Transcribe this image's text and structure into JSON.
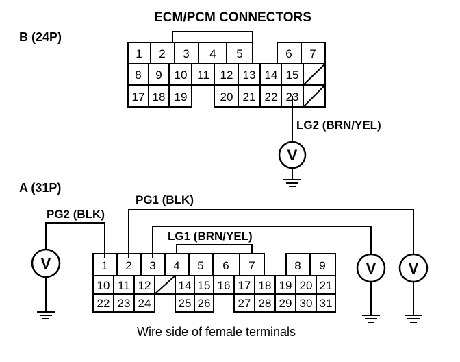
{
  "title": "ECM/PCM CONNECTORS",
  "connector_b": {
    "label": "B (24P)",
    "terminals": [
      "1",
      "2",
      "3",
      "4",
      "5",
      "6",
      "7",
      "8",
      "9",
      "10",
      "11",
      "12",
      "13",
      "14",
      "15",
      "17",
      "18",
      "19",
      "20",
      "21",
      "22",
      "23"
    ],
    "wire_label": "LG2 (BRN/YEL)"
  },
  "connector_a": {
    "label": "A (31P)",
    "terminals": [
      "1",
      "2",
      "3",
      "4",
      "5",
      "6",
      "7",
      "8",
      "9",
      "10",
      "11",
      "12",
      "14",
      "15",
      "16",
      "17",
      "18",
      "19",
      "20",
      "21",
      "22",
      "23",
      "24",
      "25",
      "26",
      "27",
      "28",
      "29",
      "30",
      "31"
    ],
    "wire_pg1": "PG1 (BLK)",
    "wire_pg2": "PG2 (BLK)",
    "wire_lg1": "LG1 (BRN/YEL)"
  },
  "voltmeter_symbol": "V",
  "caption": "Wire side of female terminals"
}
